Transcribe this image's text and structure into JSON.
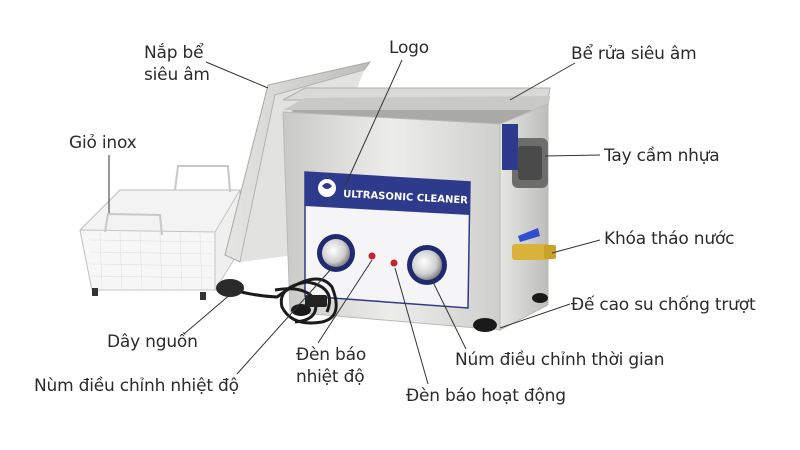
{
  "diagram": {
    "type": "labeled-product-illustration",
    "subject": "Ultrasonic cleaner",
    "product_panel_text": "ULTRASONIC CLEANER",
    "colors": {
      "label_text": "#2b2b2b",
      "leader_line": "#333333",
      "panel_blue": "#2e3a8c",
      "steel": "#d9d9d6",
      "valve_brass": "#d8b23a",
      "valve_handle": "#2f4fd0"
    },
    "labels": [
      {
        "id": "lid",
        "line1": "Nắp bể",
        "line2": "siêu âm"
      },
      {
        "id": "logo",
        "line1": "Logo"
      },
      {
        "id": "tank",
        "line1": "Bể rửa siêu âm"
      },
      {
        "id": "basket",
        "line1": "Giỏ inox"
      },
      {
        "id": "handle",
        "line1": "Tay cầm nhựa"
      },
      {
        "id": "drain-valve",
        "line1": "Khóa tháo nước"
      },
      {
        "id": "rubber-feet",
        "line1": "Đế cao su chống trượt"
      },
      {
        "id": "power-cord",
        "line1": "Dây nguồn"
      },
      {
        "id": "timer-knob",
        "line1": "Núm điều chỉnh thời gian"
      },
      {
        "id": "temp-indicator",
        "line1": "Đèn báo",
        "line2": "nhiệt độ"
      },
      {
        "id": "temp-knob",
        "line1": "Nùm điều chỉnh nhiệt độ"
      },
      {
        "id": "power-indicator",
        "line1": "Đèn báo hoạt động"
      }
    ]
  }
}
